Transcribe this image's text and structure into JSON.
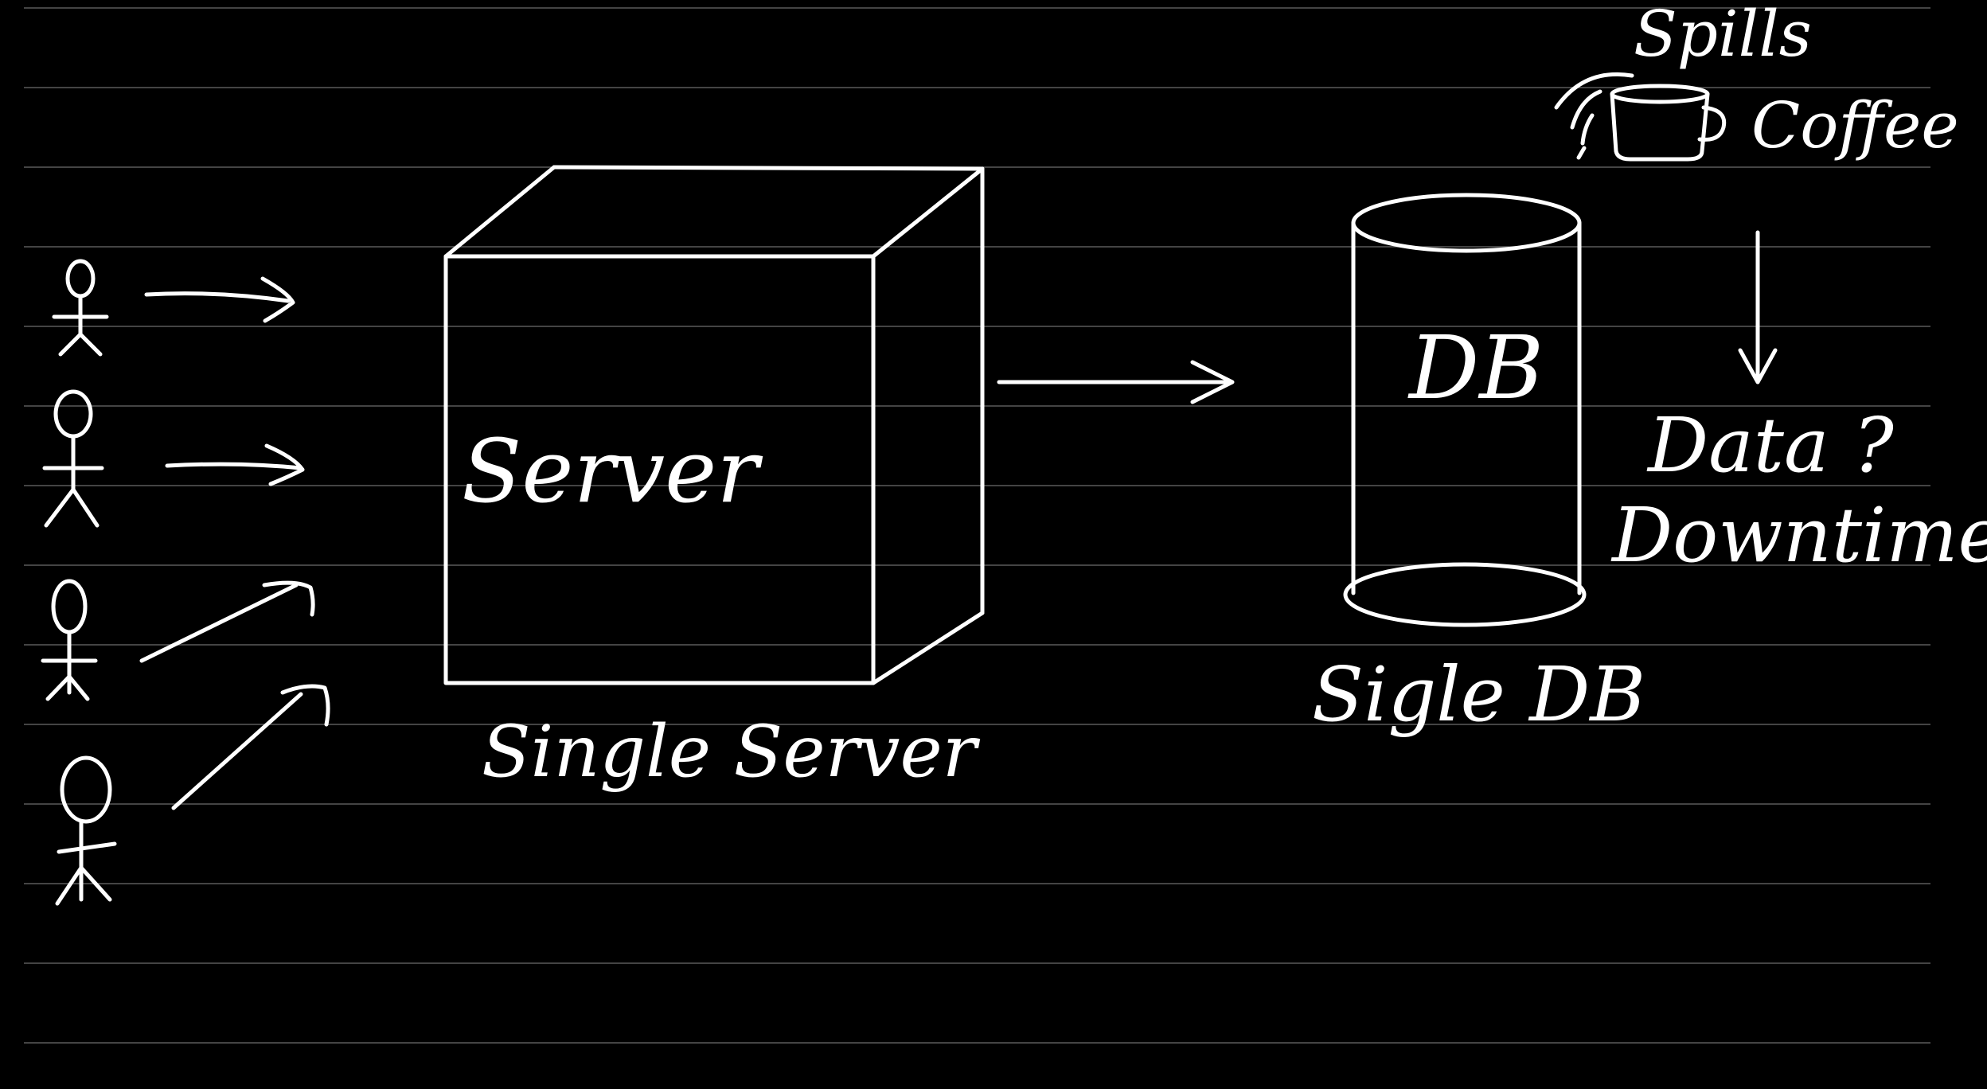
{
  "colors": {
    "background": "#000000",
    "ink": "#ffffff",
    "rule_line": "#5a5a5a"
  },
  "users": {
    "count": 4,
    "icon": "stick-figure-icon"
  },
  "server": {
    "inner_label": "Server",
    "caption": "Single Server"
  },
  "database": {
    "inner_label": "DB",
    "caption": "Sigle DB"
  },
  "note": {
    "top": "Spills",
    "side": "Coffee",
    "icon": "coffee-cup-icon",
    "question_1": "Data ?",
    "question_2": "Downtime?"
  }
}
